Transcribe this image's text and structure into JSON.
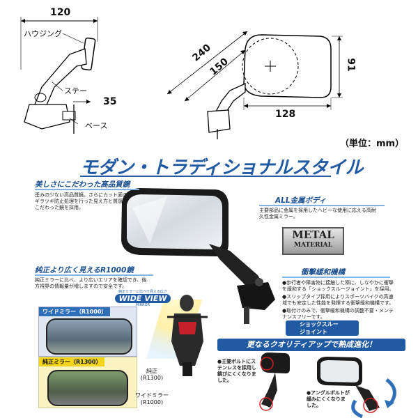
{
  "diagram": {
    "dim_120": "120",
    "housing_label": "ハウジング",
    "stay_label": "ステー",
    "dim_35": "35",
    "base_label": "ベース",
    "dim_240": "240",
    "dim_150": "150",
    "dim_91": "91",
    "dim_128": "128",
    "unit_label": "（単位：mm）"
  },
  "main_title": "モダン・トラディショナルスタイル",
  "features": {
    "quality": {
      "heading": "美しさにこだわった高品質鏡",
      "body": "歪みの少ない高品質鏡。さらにカット面のギラツキ防止処理を行った見え方と質感にこだわった鏡を採用。"
    },
    "metal_body": {
      "heading": "ALL金属ボディ",
      "body": "主要部品に金属を採用したヘビーな使用に応える高耐久性金属ミラー。",
      "badge_line1": "METAL",
      "badge_line2": "MATERIAL"
    },
    "wide": {
      "heading": "純正より広く見えるR1000鏡",
      "body": "純正ミラーに比べ、より広いエリアを確認でき、後方視界の情報量が増しますので安全です。",
      "logo_top": "純正ミラーに比べて見える広さ",
      "logo_main": "WIDE VIEW",
      "logo_sub": "MIRROR"
    },
    "shock": {
      "heading": "衝撃緩和機構",
      "bullets": [
        "●歩行者や障害物に接触した際に、しなやかに衝撃を緩和する「ショックスルージョイント」を採用。",
        "●スリップタイプ採用によりスポーツバイクの高速域でも安定した性能を発揮する衝撃緩和機構です。",
        "●取付けのみで、衝撃緩和機構の調整不要・メンテナンスフリーです。"
      ],
      "logo_line1": "ショックスルー",
      "logo_line2": "ジョイント"
    }
  },
  "comparison": {
    "wide_mirror_tag": "ワイドミラー（R1000）",
    "stock_mirror_tag": "純正ミラー（R1300）",
    "stock_caption_1": "純正",
    "stock_caption_2": "(R1300)",
    "wide_caption_1": "ワイドミラー",
    "wide_caption_2": "(R1000)"
  },
  "evolution": {
    "banner": "更なるクオリティアップで熟成進化！",
    "note_bolt": "●主要ボルトにステンレスを採用し錆びにくくなりました。",
    "note_angle": "●アングルボルトが緩みにくくなりました。"
  },
  "colors": {
    "brand_blue": "#1f5aa3",
    "accent_yellow": "#f4d31b"
  }
}
